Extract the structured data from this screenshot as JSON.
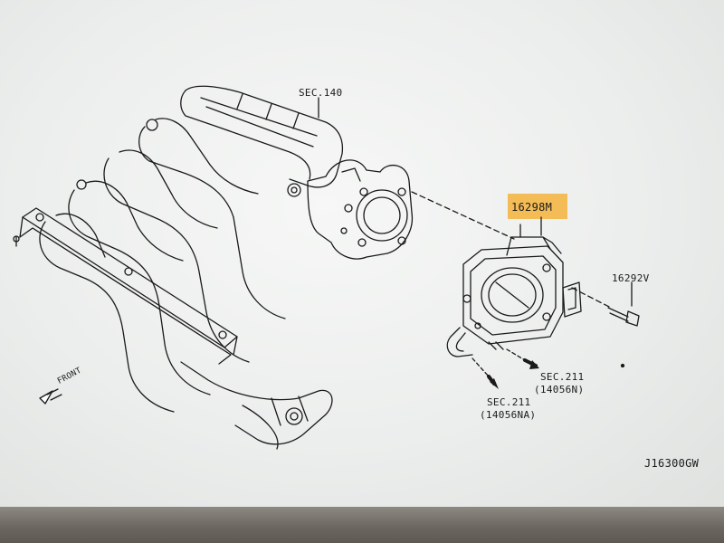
{
  "labels": {
    "intake_manifold_sec": "SEC.140",
    "throttle_body_part": "16298M",
    "bolt_part": "16292V",
    "hose_sec_upper": "SEC.211",
    "hose_sec_upper_ref": "(14056N)",
    "hose_sec_lower": "SEC.211",
    "hose_sec_lower_ref": "(14056NA)",
    "front_direction": "FRONT",
    "figure_code": "J16300GW"
  },
  "colors": {
    "line": "#1a1a1a",
    "highlight": "#f4b646",
    "paper": "#eceeed"
  }
}
